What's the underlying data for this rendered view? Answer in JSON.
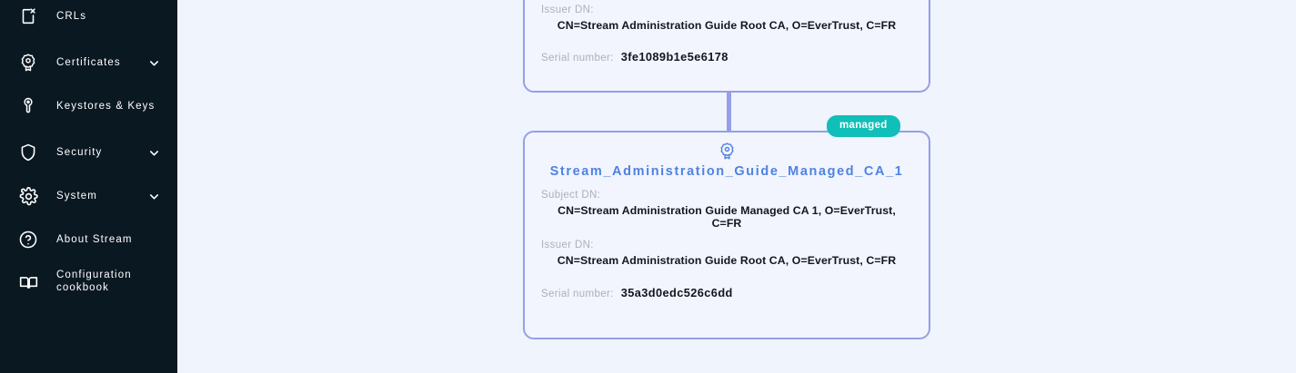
{
  "sidebar": {
    "background": "#0a1822",
    "items": [
      {
        "label": "CRLs",
        "icon": "file-x-icon",
        "expandable": false
      },
      {
        "label": "Certificates",
        "icon": "certificate-icon",
        "expandable": true
      },
      {
        "label": "Keystores & Keys",
        "icon": "key-icon",
        "expandable": false
      },
      {
        "label": "Security",
        "icon": "shield-icon",
        "expandable": true
      },
      {
        "label": "System",
        "icon": "gear-icon",
        "expandable": true
      },
      {
        "label": "About Stream",
        "icon": "question-circle-icon",
        "expandable": false
      },
      {
        "label": "Configuration\ncookbook",
        "icon": "book-icon",
        "expandable": false
      }
    ],
    "chevron_icon": "chevron-down-icon"
  },
  "colors": {
    "page_background": "#f0f4fd",
    "card_border": "#959fe8",
    "card_background": "#f2f5fd",
    "title_blue": "#4f82e3",
    "badge_teal": "#10bfb8",
    "label_gray": "#a9b0bd",
    "value_dark": "#11161f"
  },
  "graph": {
    "cards": [
      {
        "id": "root-ca-card",
        "title": null,
        "icon": "certificate-icon",
        "badge": null,
        "fields": [
          {
            "label": "Issuer DN:",
            "value": "CN=Stream Administration Guide Root CA, O=EverTrust, C=FR"
          }
        ],
        "serial": {
          "label": "Serial number:",
          "value": "3fe1089b1e5e6178"
        }
      },
      {
        "id": "managed-ca-card",
        "title": "Stream_Administration_Guide_Managed_CA_1",
        "icon": "certificate-icon",
        "badge": "managed",
        "fields": [
          {
            "label": "Subject DN:",
            "value": "CN=Stream Administration Guide Managed CA 1, O=EverTrust, C=FR"
          },
          {
            "label": "Issuer DN:",
            "value": "CN=Stream Administration Guide Root CA, O=EverTrust, C=FR"
          }
        ],
        "serial": {
          "label": "Serial number:",
          "value": "35a3d0edc526c6dd"
        }
      }
    ]
  }
}
